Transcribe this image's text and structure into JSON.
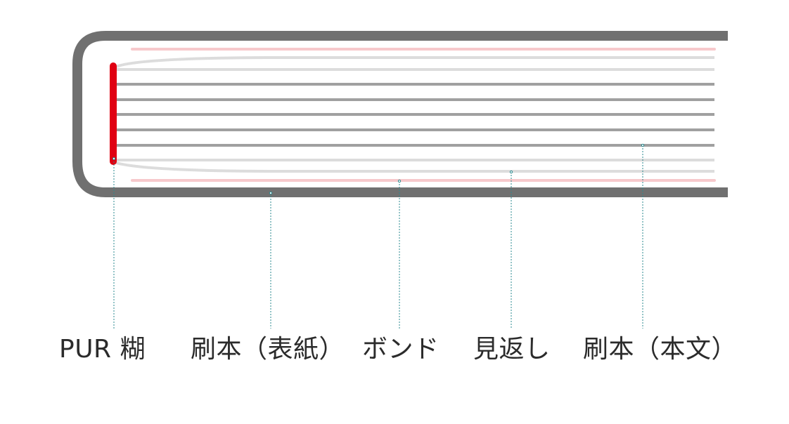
{
  "labels": {
    "pur_glue": "PUR 糊",
    "cover_sheet": "刷本（表紙）",
    "bond": "ボンド",
    "endpaper": "見返し",
    "body_sheets": "刷本（本文）"
  },
  "colors": {
    "cover_board": "#707070",
    "glue": "#e00012",
    "cover_print_sheet": "#f7c9cc",
    "endpaper": "#dcdcdc",
    "body_sheet": "#a0a0a0",
    "leader_line": "#2a8a8f",
    "label_text": "#2b2b2b"
  }
}
